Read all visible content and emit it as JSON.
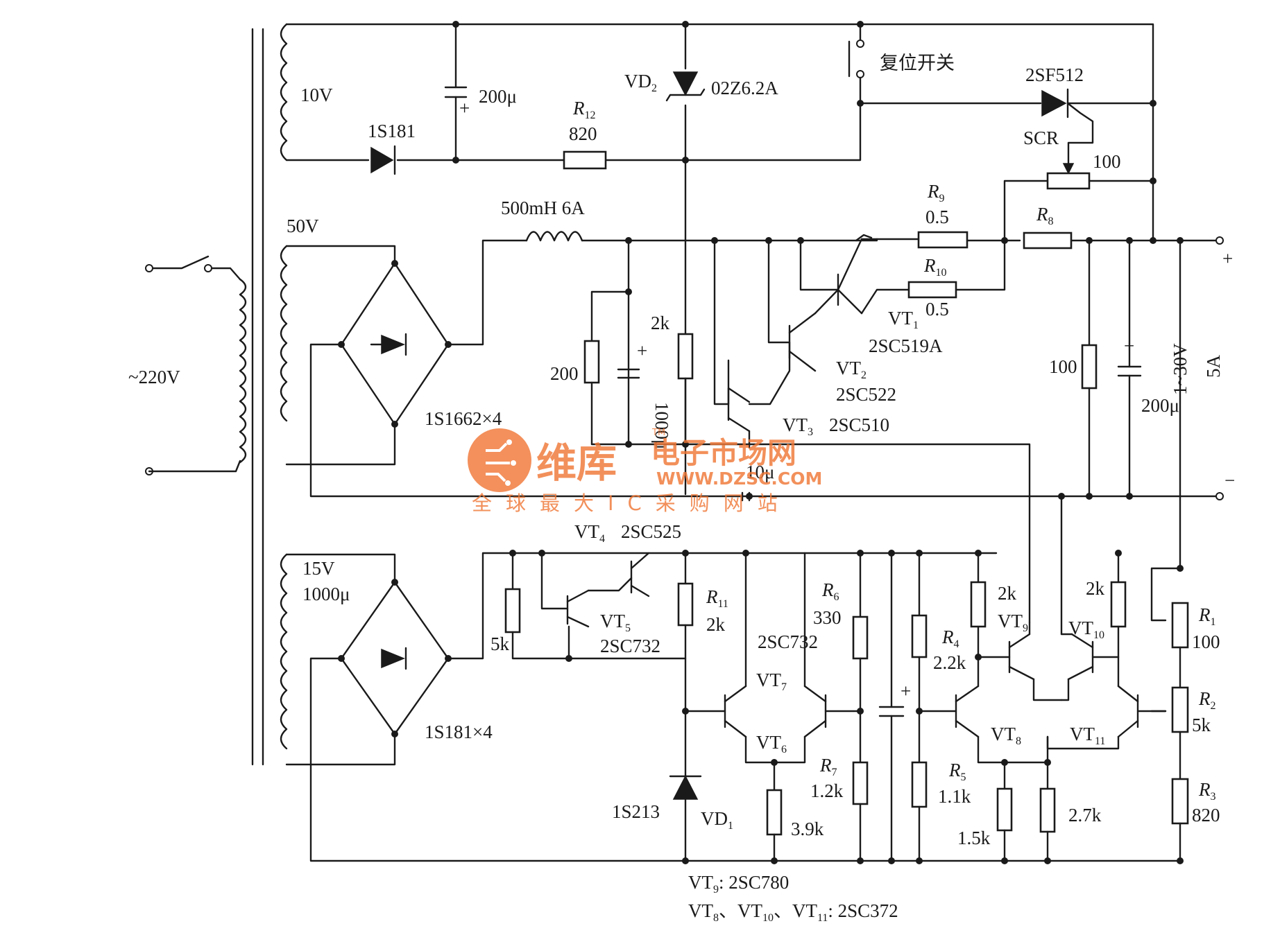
{
  "mains": {
    "voltage": "~220V"
  },
  "windings": {
    "w10": "10V",
    "w50": "50V",
    "w15": "15V"
  },
  "top": {
    "cap200_label": "200μ",
    "cap_plus": "+",
    "d1_label": "1S181",
    "r12_name": "R",
    "r12_sub": "12",
    "r12_value": "820",
    "vd2_name": "VD",
    "vd2_sub": "2",
    "vd2_part": "02Z6.2A",
    "switch_label": "复位开关",
    "scr_part": "2SF512",
    "scr_label": "SCR",
    "scr_pot": "100"
  },
  "power": {
    "inductor": "500mH 6A",
    "bridge_label": "1S1662×4",
    "r200": "200",
    "cap1000": "1000μ",
    "cap_plus": "+",
    "r2k": "2k",
    "r9_name": "R",
    "r9_sub": "9",
    "r9_value": "0.5",
    "r10_name": "R",
    "r10_sub": "10",
    "r10_value": "0.5",
    "r8_name": "R",
    "r8_sub": "8",
    "vt1_name": "VT",
    "vt1_sub": "1",
    "vt1_part": "2SC519A",
    "vt2_name": "VT",
    "vt2_sub": "2",
    "vt2_part": "2SC522",
    "vt3_name": "VT",
    "vt3_sub": "3",
    "vt3_part": "2SC510",
    "vt4_name": "VT",
    "vt4_sub": "4",
    "vt4_part": "2SC525",
    "small_cap": "10μ",
    "r_out": "100",
    "cap_out": "200μ",
    "cap_out_plus": "+",
    "term_plus": "+",
    "term_minus": "−",
    "out_range": "1~30V",
    "out_current": "5A"
  },
  "lower": {
    "cap15": "1000μ",
    "bridge_label": "1S181×4",
    "r5k": "5k",
    "vt5_name": "VT",
    "vt5_sub": "5",
    "vt5_part": "2SC732",
    "r11_name": "R",
    "r11_sub": "11",
    "r11_value": "2k",
    "vt67_part": "2SC732",
    "vt7_name": "VT",
    "vt7_sub": "7",
    "vt6_name": "VT",
    "vt6_sub": "6",
    "r6_name": "R",
    "r6_sub": "6",
    "r6_value": "330",
    "r7_name": "R",
    "r7_sub": "7",
    "r7_value": "1.2k",
    "r39k": "3.9k",
    "vd1_part": "1S213",
    "vd1_name": "VD",
    "vd1_sub": "1",
    "cap_plus": "+",
    "r4_name": "R",
    "r4_sub": "4",
    "r4_value": "2.2k",
    "r5_name": "R",
    "r5_sub": "5",
    "r5_value": "1.1k",
    "r15k": "1.5k",
    "r27k": "2.7k",
    "r2ka": "2k",
    "r2kb": "2k",
    "vt9_name": "VT",
    "vt9_sub": "9",
    "vt10_name": "VT",
    "vt10_sub": "10",
    "vt8_name": "VT",
    "vt8_sub": "8",
    "vt11_name": "VT",
    "vt11_sub": "11",
    "r1_name": "R",
    "r1_sub": "1",
    "r1_value": "100",
    "r2_name": "R",
    "r2_sub": "2",
    "r2_value": "5k",
    "r3_name": "R",
    "r3_sub": "3",
    "r3_value": "820"
  },
  "notes": {
    "n1_name": "VT",
    "n1_sub": "9",
    "n1_text": ": 2SC780",
    "n2_a": "VT",
    "n2_a_sub": "8",
    "n2_b": "、VT",
    "n2_b_sub": "10",
    "n2_c": "、VT",
    "n2_c_sub": "11",
    "n2_text": ": 2SC372"
  },
  "watermark": {
    "brand": "维库",
    "brand_tail": "电子市场网",
    "url": "WWW.DZSC.COM",
    "slogan": "全球最大IC采购网站",
    "tm": "TM"
  }
}
